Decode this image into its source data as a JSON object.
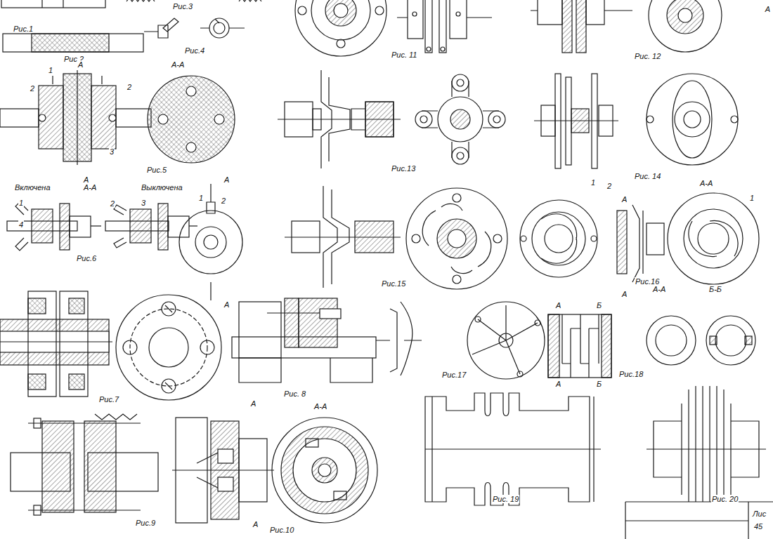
{
  "diagram": {
    "labels": [
      "Рис.3",
      "Рис.1",
      "Рис.4",
      "Рис 2",
      "Рис. 11",
      "Рис. 12",
      "А",
      "1",
      "А",
      "А-А",
      "2",
      "2",
      "3",
      "Рис.5",
      "А",
      "Рис.13",
      "Рис. 14",
      "Включена",
      "А-А",
      "Выключена",
      "1",
      "2",
      "3",
      "4",
      "А",
      "1",
      "2",
      "Рис.6",
      "А",
      "Рис.15",
      "1",
      "2",
      "А",
      "А-А",
      "1",
      "А",
      "Рис.16",
      "А-А",
      "Б-Б",
      "А",
      "Б",
      "А",
      "Б",
      "Рис.18",
      "Рис.7",
      "Рис. 8",
      "Рис.17",
      "А",
      "А-А",
      "А",
      "Рис.10",
      "Рис.9",
      "Рис. 19",
      "Рис. 20",
      "Лис",
      "45"
    ]
  }
}
